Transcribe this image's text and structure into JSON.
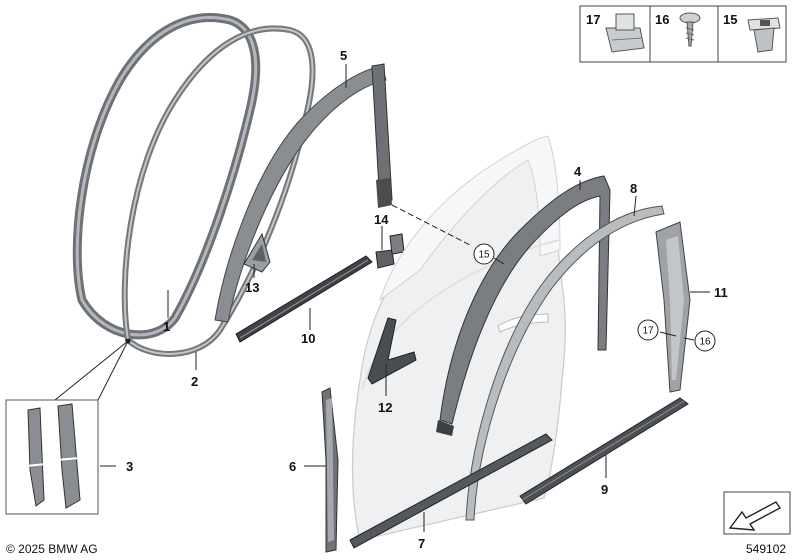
{
  "legend": [
    {
      "number": "17",
      "icon": "clip-nut-icon"
    },
    {
      "number": "16",
      "icon": "screw-icon"
    },
    {
      "number": "15",
      "icon": "expanding-nut-icon"
    }
  ],
  "callouts": [
    {
      "id": "1",
      "label": "1"
    },
    {
      "id": "2",
      "label": "2"
    },
    {
      "id": "3",
      "label": "3"
    },
    {
      "id": "4",
      "label": "4"
    },
    {
      "id": "5",
      "label": "5"
    },
    {
      "id": "6",
      "label": "6"
    },
    {
      "id": "7",
      "label": "7"
    },
    {
      "id": "8",
      "label": "8"
    },
    {
      "id": "9",
      "label": "9"
    },
    {
      "id": "10",
      "label": "10"
    },
    {
      "id": "11",
      "label": "11"
    },
    {
      "id": "12",
      "label": "12"
    },
    {
      "id": "13",
      "label": "13"
    },
    {
      "id": "14",
      "label": "14"
    }
  ],
  "circled_callouts": [
    {
      "id": "15a",
      "label": "15"
    },
    {
      "id": "17a",
      "label": "17"
    },
    {
      "id": "16a",
      "label": "16"
    }
  ],
  "copyright": "© 2025 BMW AG",
  "diagram_number": "549102",
  "colors": {
    "seal": "#8a8e93",
    "seal_light": "#b8bcc0",
    "door": "#eceeef",
    "door_edge": "#c9ccce",
    "trim_dark": "#3c3f42"
  }
}
